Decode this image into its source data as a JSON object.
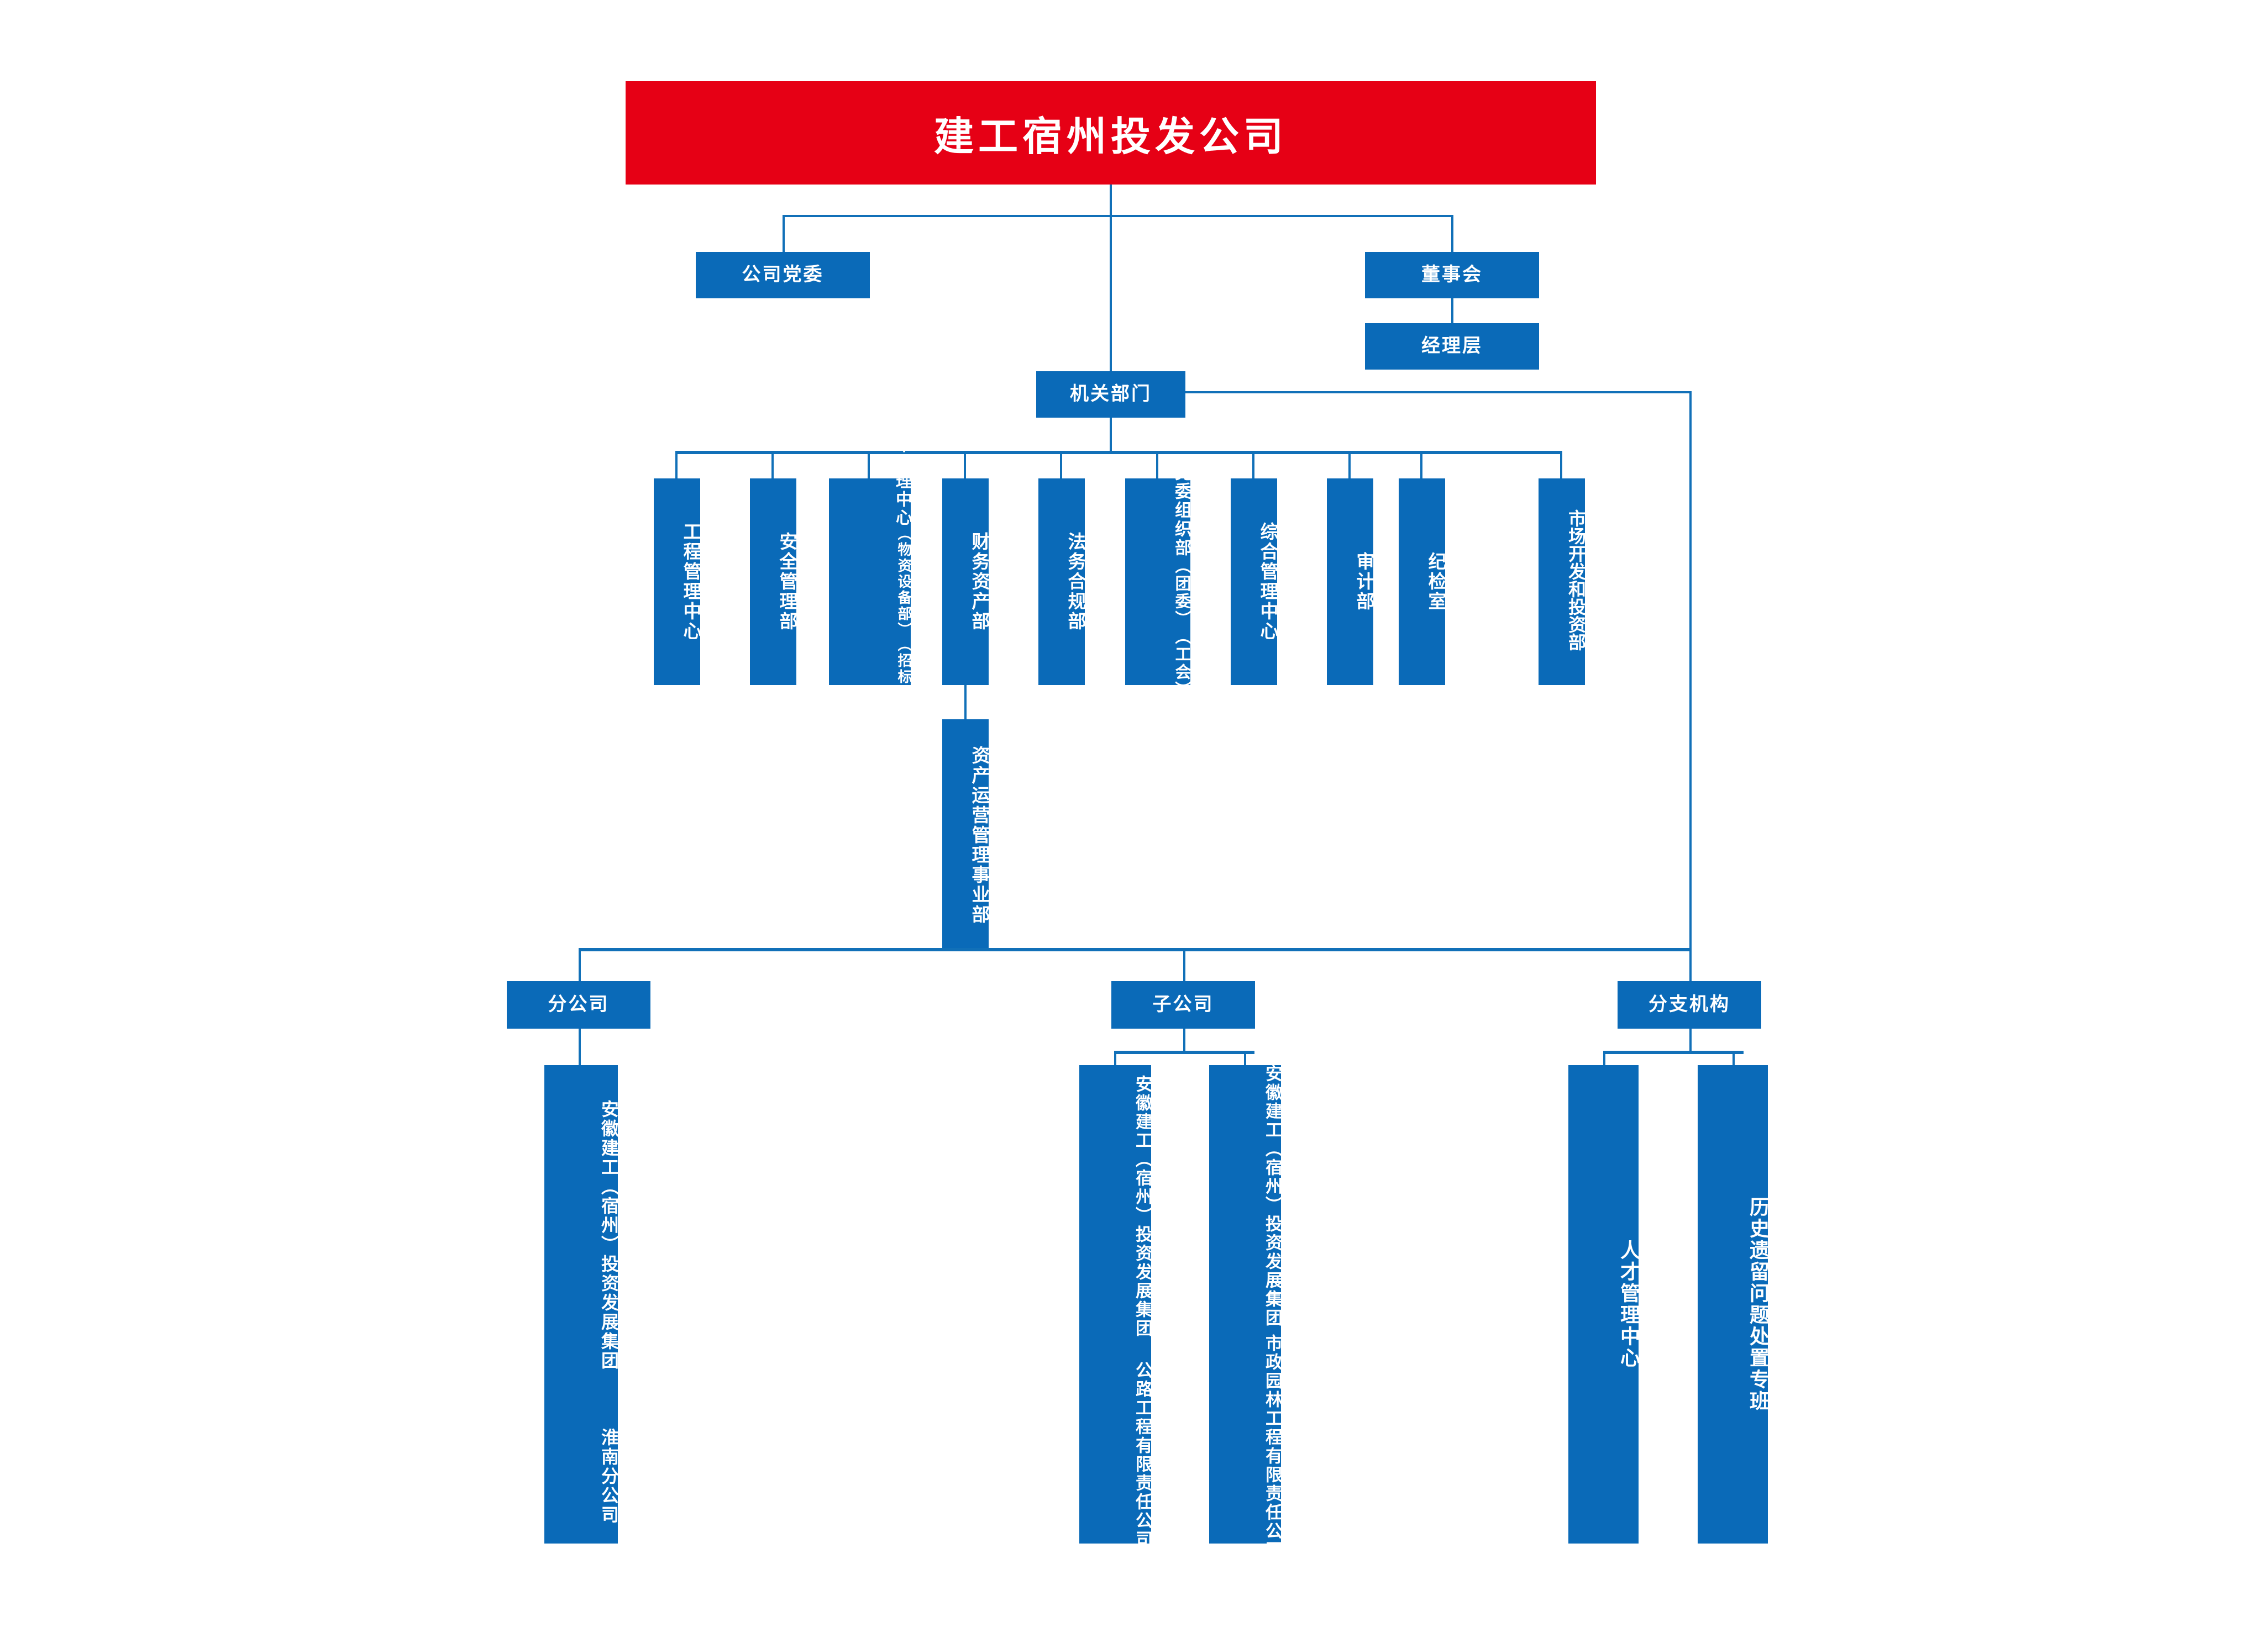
{
  "chart_title": "建工宿州投发公司",
  "colors": {
    "brand_red": "#E60015",
    "brand_blue": "#0A6AB8",
    "line_blue": "#1170B8",
    "text_white": "#FFFFFF",
    "background": "#FFFFFF"
  },
  "root": {
    "label": "建工宿州投发公司"
  },
  "level2": {
    "party_committee": {
      "label": "公司党委"
    },
    "board": {
      "label": "董事会"
    },
    "management": {
      "label": "经理层"
    },
    "agency": {
      "label": "机关部门"
    }
  },
  "departments": [
    {
      "id": "engineering-management-center",
      "lines": [
        "工程管理中心"
      ]
    },
    {
      "id": "safety-management-dept",
      "lines": [
        "安全管理部"
      ]
    },
    {
      "id": "cost-management-center",
      "lines": [
        "成本管理中心",
        "（物资设备部）",
        "（招标管理部）"
      ]
    },
    {
      "id": "finance-asset-dept",
      "lines": [
        "财务资产部"
      ]
    },
    {
      "id": "legal-compliance-dept",
      "lines": [
        "法务合规部"
      ]
    },
    {
      "id": "party-organization-dept",
      "lines": [
        "党委组织部",
        "（团委）",
        "（工会）"
      ]
    },
    {
      "id": "general-management-center",
      "lines": [
        "综合管理中心"
      ]
    },
    {
      "id": "audit-dept",
      "lines": [
        "审计部"
      ]
    },
    {
      "id": "discipline-inspection-office",
      "lines": [
        "纪检室"
      ]
    },
    {
      "id": "market-development-investment-dept",
      "lines": [
        "市场开发和投资部"
      ]
    }
  ],
  "sub_department": {
    "id": "asset-operation-management-division",
    "lines": [
      "资产运营管理事业部"
    ],
    "parent": "财务资产部"
  },
  "groups": [
    {
      "id": "branch-company",
      "label": "分公司",
      "children": [
        {
          "id": "huainan-branch",
          "lines": [
            "安徽建工（宿州）投资发展集团",
            "淮南分公司"
          ]
        }
      ]
    },
    {
      "id": "subsidiary-company",
      "label": "子公司",
      "children": [
        {
          "id": "highway-engineering-co",
          "lines": [
            "安徽建工（宿州）投资发展集团",
            "公路工程有限责任公司"
          ]
        },
        {
          "id": "municipal-garden-engineering-co",
          "lines": [
            "安徽建工（宿州）投资发展集团",
            "市政园林工程有限责任公司"
          ]
        }
      ]
    },
    {
      "id": "branch-institution",
      "label": "分支机构",
      "children": [
        {
          "id": "talent-management-center",
          "lines": [
            "人才管理中心"
          ]
        },
        {
          "id": "legacy-issue-task-force",
          "lines": [
            "历史遗留问题处置专班"
          ]
        }
      ]
    }
  ]
}
